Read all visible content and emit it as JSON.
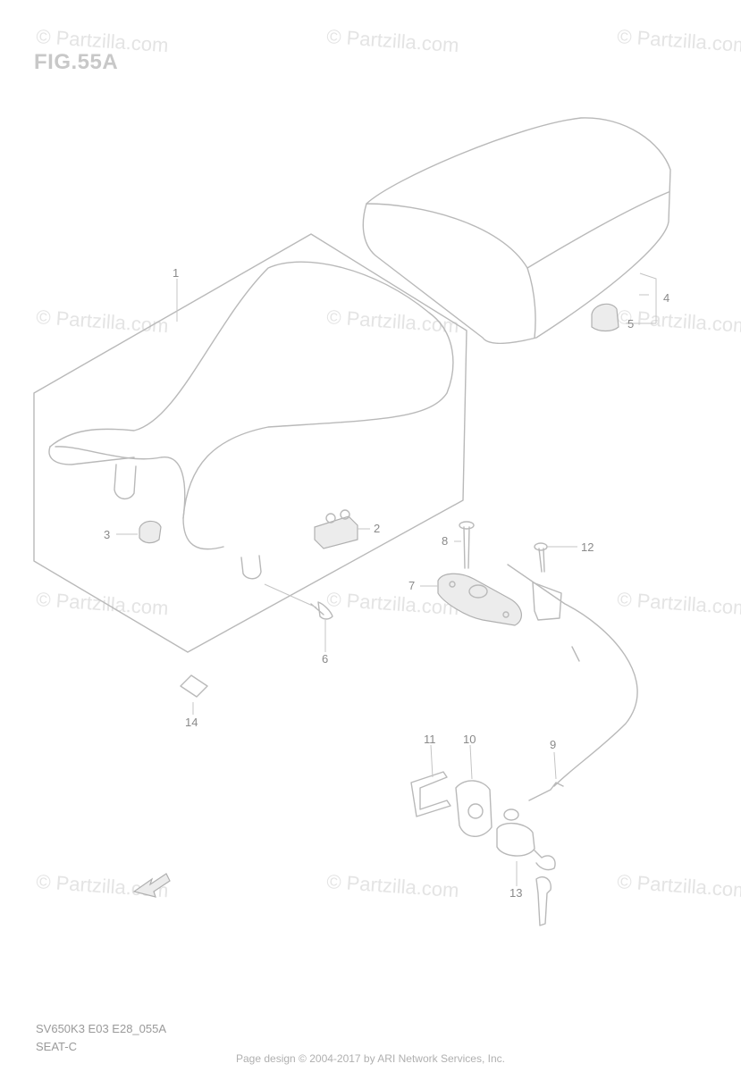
{
  "figure": {
    "title": "FIG.55A",
    "model_code": "SV650K3 E03 E28_055A",
    "section": "SEAT-C"
  },
  "watermark": {
    "text": "© Partzilla.com"
  },
  "callouts": [
    "1",
    "2",
    "3",
    "4",
    "5",
    "6",
    "7",
    "8",
    "9",
    "10",
    "11",
    "12",
    "13",
    "14"
  ],
  "footer": {
    "text": "Page design © 2004-2017 by ARI Network Services, Inc."
  },
  "colors": {
    "line_art": "#b9b9b9",
    "watermark": "#e4e4e4",
    "title": "#c8c8c8"
  }
}
